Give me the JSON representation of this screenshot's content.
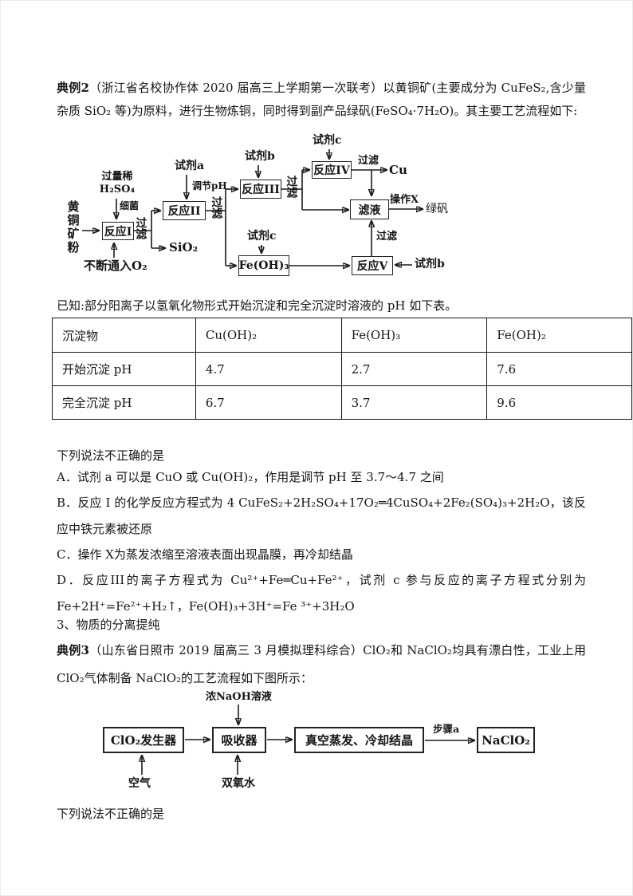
{
  "doc": {
    "example2": {
      "label": "典例2",
      "text": "（浙江省名校协作体 2020 届高三上学期第一次联考）以黄铜矿(主要成分为 CuFeS₂,含少量杂质 SiO₂ 等)为原料，进行生物炼铜，同时得到副产品绿矾(FeSO₄·7H₂O)。其主要工艺流程如下:"
    },
    "known": "已知:部分阳离子以氢氧化物形式开始沉淀和完全沉淀时溶液的 pH 如下表。",
    "question1": "下列说法不正确的是",
    "optionA": "A．试剂 a 可以是 CuO 或 Cu(OH)₂，作用是调节 pH 至 3.7～4.7 之间",
    "optionB": "B．反应 I 的化学反应方程式为 4 CuFeS₂+2H₂SO₄+17O₂═4CuSO₄+2Fe₂(SO₄)₃+2H₂O，该反应中铁元素被还原",
    "optionC": "C．操作 X为蒸发浓缩至溶液表面出现晶膜，再冷却结晶",
    "optionD": "D．反应III的离子方程式为 Cu²⁺+Fe═Cu+Fe²⁺，试剂 c 参与反应的离子方程式分别为 Fe+2H⁺=Fe²⁺+H₂↑，Fe(OH)₃+3H⁺=Fe ³⁺+3H₂O",
    "section3": "3、物质的分离提纯",
    "example3": {
      "label": "典例3",
      "text": "（山东省日照市 2019 届高三 3 月模拟理科综合）ClO₂和 NaClO₂均具有漂白性，工业上用 ClO₂气体制备 NaClO₂的工艺流程如下图所示："
    },
    "question2": "下列说法不正确的是"
  },
  "table": {
    "headers": [
      "沉淀物",
      "Cu(OH)₂",
      "Fe(OH)₃",
      "Fe(OH)₂"
    ],
    "rows": [
      [
        "开始沉淀 pH",
        "4.7",
        "2.7",
        "7.6"
      ],
      [
        "完全沉淀 pH",
        "6.7",
        "3.7",
        "9.6"
      ]
    ]
  },
  "flow1": {
    "ore": "黄铜矿粉",
    "acid1": "过量稀",
    "acid2": "H₂SO₄",
    "bacteria": "细菌",
    "oxygen": "不断通入O₂",
    "r1": "反应I",
    "r2": "反应II",
    "r3": "反应III",
    "r4": "反应IV",
    "r5": "反应V",
    "filtrate": "滤液",
    "feoh3": "Fe(OH)₃",
    "sio2": "SiO₂",
    "cu": "Cu",
    "green_vitriol": "绿矾",
    "reagent_a": "试剂a",
    "reagent_b": "试剂b",
    "reagent_c": "试剂c",
    "adjust_ph": "调节pH",
    "filter": "过滤",
    "op_x": "操作X"
  },
  "flow2": {
    "naoh": "浓NaOH溶液",
    "generator": "ClO₂发生器",
    "absorber": "吸收器",
    "evaporate": "真空蒸发、冷却结晶",
    "product": "NaClO₂",
    "step_a": "步骤a",
    "air": "空气",
    "h2o2": "双氧水"
  }
}
